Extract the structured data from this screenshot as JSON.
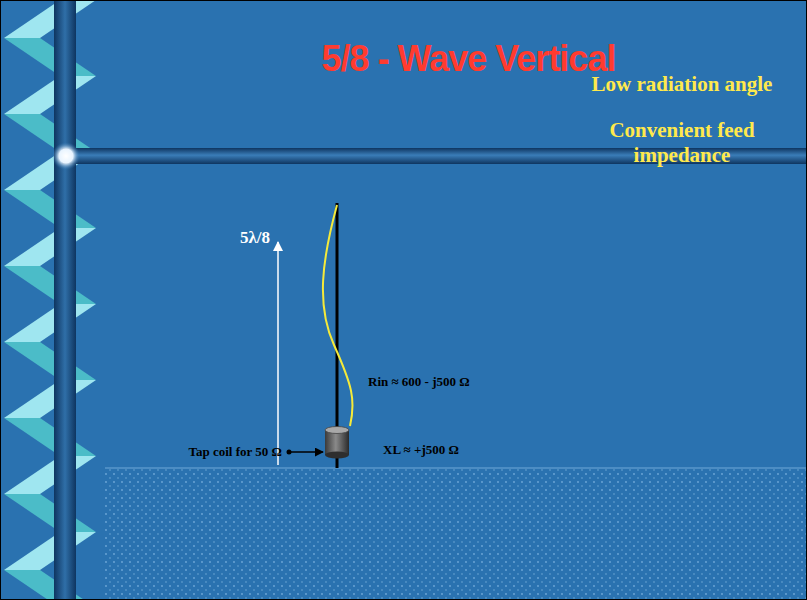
{
  "diagram": {
    "title": "5/8 - Wave  Vertical",
    "labels": [
      "Low radiation angle",
      "Convenient feed impedance",
      "5λ/8",
      "Rin ≈ 600 - j500 Ω",
      "XL ≈ +j500 Ω",
      "Tap coil for 50 Ω"
    ]
  }
}
